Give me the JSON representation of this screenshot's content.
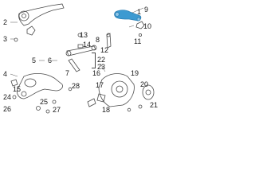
{
  "diagram": {
    "colors": {
      "outline": "#4a4a4a",
      "highlight": "#3d9ad1",
      "background": "#ffffff",
      "fill": "#f3f3f3"
    },
    "callouts": [
      {
        "id": "c1",
        "text": "1"
      },
      {
        "id": "c2",
        "text": "2"
      },
      {
        "id": "c3",
        "text": "3"
      },
      {
        "id": "c4",
        "text": "4"
      },
      {
        "id": "c5",
        "text": "5"
      },
      {
        "id": "c6",
        "text": "6"
      },
      {
        "id": "c7",
        "text": "7"
      },
      {
        "id": "c8",
        "text": "8"
      },
      {
        "id": "c9",
        "text": "9"
      },
      {
        "id": "c10",
        "text": "10"
      },
      {
        "id": "c11",
        "text": "11"
      },
      {
        "id": "c12",
        "text": "12"
      },
      {
        "id": "c13",
        "text": "13"
      },
      {
        "id": "c14",
        "text": "14"
      },
      {
        "id": "c15",
        "text": "15"
      },
      {
        "id": "c16",
        "text": "16"
      },
      {
        "id": "c17",
        "text": "17"
      },
      {
        "id": "c18",
        "text": "18"
      },
      {
        "id": "c19",
        "text": "19"
      },
      {
        "id": "c20",
        "text": "20"
      },
      {
        "id": "c21",
        "text": "21"
      },
      {
        "id": "c22",
        "text": "22"
      },
      {
        "id": "c23",
        "text": "23"
      },
      {
        "id": "c24",
        "text": "24"
      },
      {
        "id": "c25",
        "text": "25"
      },
      {
        "id": "c26",
        "text": "26"
      },
      {
        "id": "c27",
        "text": "27"
      },
      {
        "id": "c28",
        "text": "28"
      }
    ]
  }
}
